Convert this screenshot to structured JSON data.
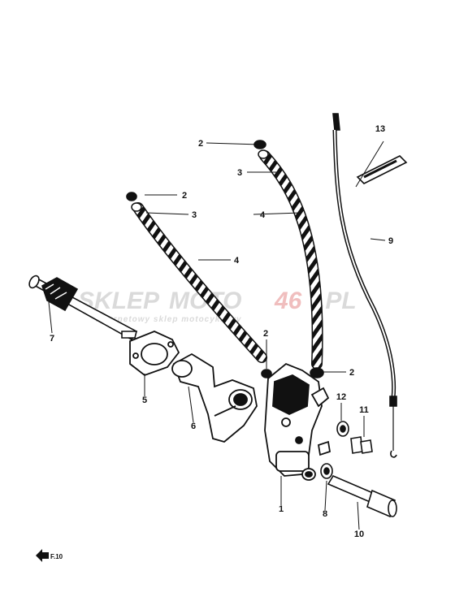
{
  "watermark": {
    "brand_part1": "SKLEP",
    "brand_part2": "MOTO",
    "brand_part3": "46",
    "brand_part4": ".PL",
    "tagline": "internetowy sklep motocyklowy",
    "color_primary": "#c8c8c8",
    "color_accent": "#e8a0a0"
  },
  "labels": {
    "p1": "1",
    "p2a": "2",
    "p2b": "2",
    "p2c": "2",
    "p2d": "2",
    "p3a": "3",
    "p3b": "3",
    "p4a": "4",
    "p4b": "4",
    "p5": "5",
    "p6": "6",
    "p7": "7",
    "p8": "8",
    "p9": "9",
    "p10": "10",
    "p11": "11",
    "p12": "12",
    "p13": "13"
  },
  "corner_mark": "F.10"
}
